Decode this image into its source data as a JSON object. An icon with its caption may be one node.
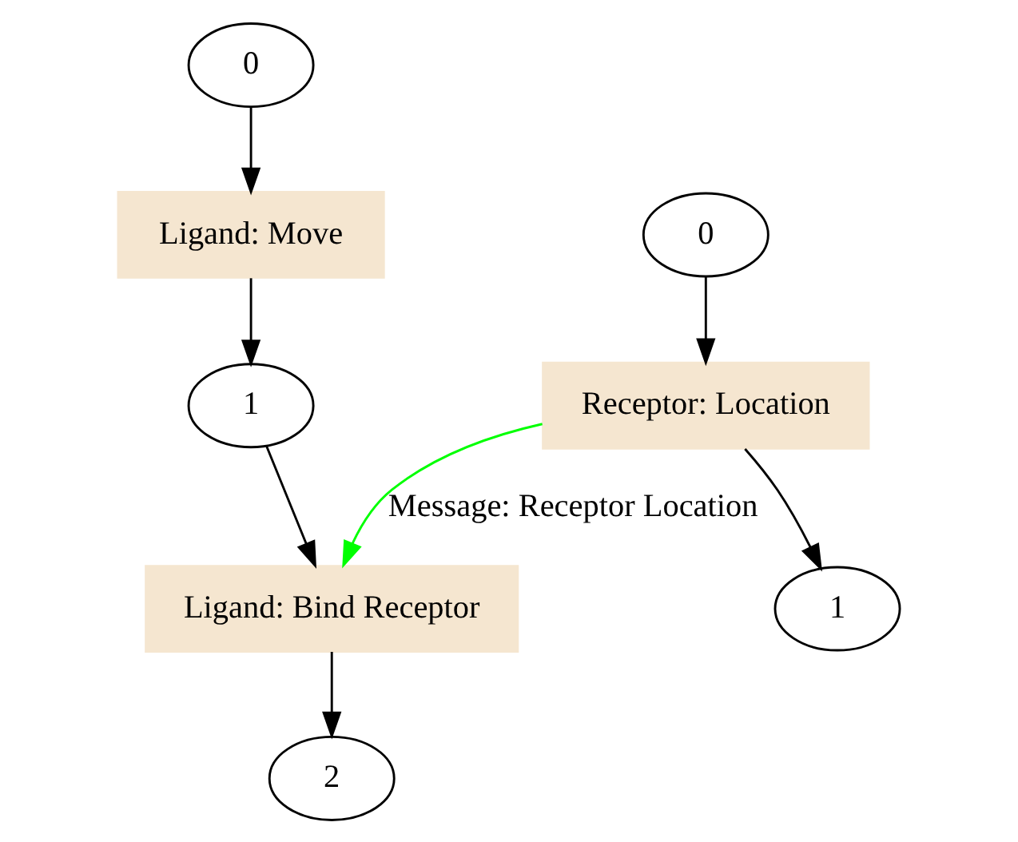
{
  "diagram": {
    "nodes": [
      {
        "text": [
          "0"
        ]
      },
      {
        "text": [
          "0"
        ]
      },
      {
        "text": [
          "Ligand: Move"
        ]
      },
      {
        "text": [
          "Receptor: Location"
        ]
      },
      {
        "text": [
          "1"
        ]
      },
      {
        "text": [
          "1"
        ]
      },
      {
        "text": [
          "Ligand: Bind Receptor"
        ]
      },
      {
        "text": [
          "2"
        ]
      }
    ],
    "edges": [
      {
        "from": 0,
        "to": 2,
        "arrow": "to"
      },
      {
        "from": 2,
        "to": 4,
        "arrow": "to"
      },
      {
        "from": 4,
        "to": 6,
        "arrow": "to"
      },
      {
        "from": 6,
        "to": 7,
        "arrow": "to"
      },
      {
        "from": 1,
        "to": 3,
        "arrow": "to"
      },
      {
        "from": 3,
        "to": 5,
        "arrow": "to"
      },
      {
        "from": 3,
        "to": 6,
        "arrow": "to",
        "label": "Message: Receptor Location",
        "color": "#00ff00"
      }
    ]
  }
}
